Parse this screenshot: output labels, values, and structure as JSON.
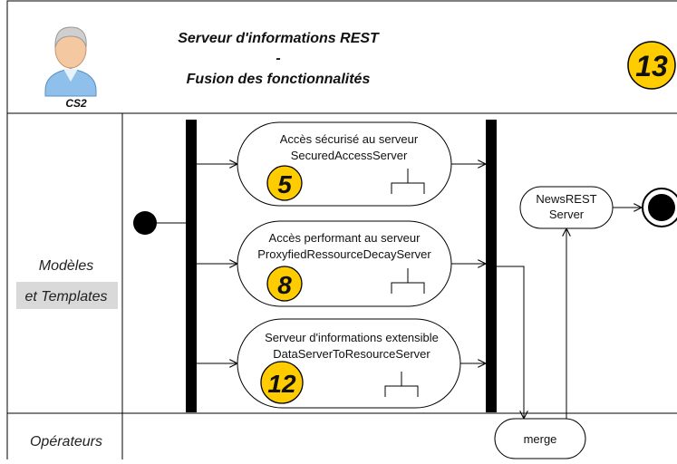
{
  "header": {
    "title_line1": "Serveur d'informations REST",
    "title_line2": "-",
    "title_line3": "Fusion des fonctionnalités",
    "avatar_label": "CS2",
    "step_badge": "13"
  },
  "lanes": {
    "models_line1": "Modèles",
    "models_line2": "et Templates",
    "operators": "Opérateurs"
  },
  "activities": [
    {
      "line1": "Accès sécurisé au serveur",
      "line2": "SecuredAccessServer",
      "badge": "5"
    },
    {
      "line1": "Accès performant au serveur",
      "line2": "ProxyfiedRessourceDecayServer",
      "badge": "8"
    },
    {
      "line1": "Serveur d'informations extensible",
      "line2": "DataServerToResourceServer",
      "badge": "12"
    }
  ],
  "news_node": {
    "line1": "NewsREST",
    "line2": "Server"
  },
  "merge_node": {
    "label": "merge"
  },
  "colors": {
    "badge_fill": "#FFCC00",
    "bar": "#000000",
    "lane_highlight": "#d9d9d9",
    "avatar_shirt": "#8fc0ec"
  }
}
